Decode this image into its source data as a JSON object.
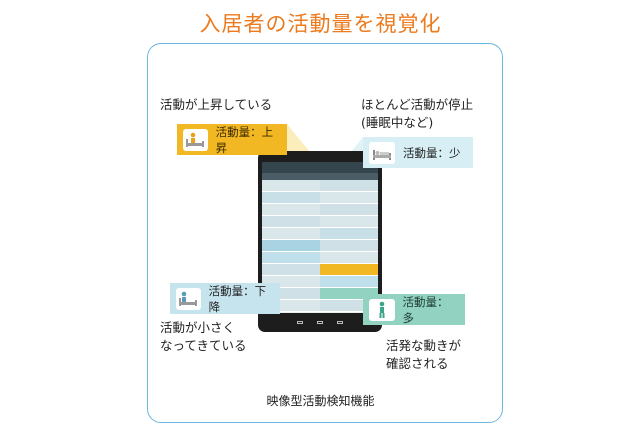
{
  "title": "入居者の活動量を視覚化",
  "notes": {
    "rising": "活動が上昇している",
    "stopped_line1": "ほとんど活動が停止",
    "stopped_line2": "(睡眠中など)",
    "shrinking_line1": "活動が小さく",
    "shrinking_line2": "なってきている",
    "active_line1": "活発な動きが",
    "active_line2": "確認される"
  },
  "badges": {
    "up": "活動量：上昇",
    "low": "活動量：少",
    "down": "活動量：下降",
    "high": "活動量：多"
  },
  "caption": "映像型活動検知機能",
  "colors": {
    "title": "#ec7a1e",
    "frame": "#6cb7de",
    "up": "#f2b824",
    "low": "#d7eff4",
    "down": "#c6e4ee",
    "high": "#91d3c0"
  },
  "icons": {
    "up": "person-sitting-on-bed-icon",
    "low": "person-lying-in-bed-icon",
    "down": "person-on-bed-icon",
    "high": "person-walking-icon"
  }
}
